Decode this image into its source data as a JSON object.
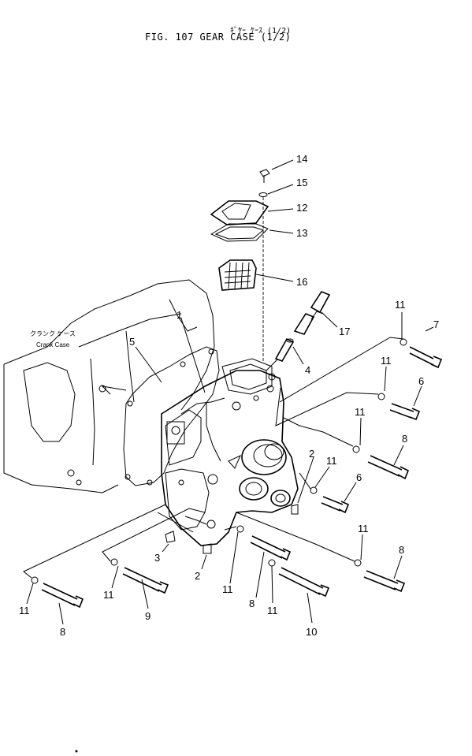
{
  "header": {
    "title_jp": "ｷﾞﾔｰ ｹｰｽ (1/2)",
    "title_en": "FIG. 107  GEAR CASE (1/2)"
  },
  "labels": {
    "crank_jp": "クランク ケース",
    "crank_en": "Crank Case"
  },
  "callouts": [
    "14",
    "15",
    "12",
    "13",
    "16",
    "17",
    "11",
    "7",
    "4",
    "11",
    "6",
    "1",
    "5",
    "11",
    "8",
    "2",
    "11",
    "6",
    "11",
    "8",
    "3",
    "2",
    "11",
    "8",
    "11",
    "9",
    "11",
    "10",
    "11",
    "8"
  ]
}
